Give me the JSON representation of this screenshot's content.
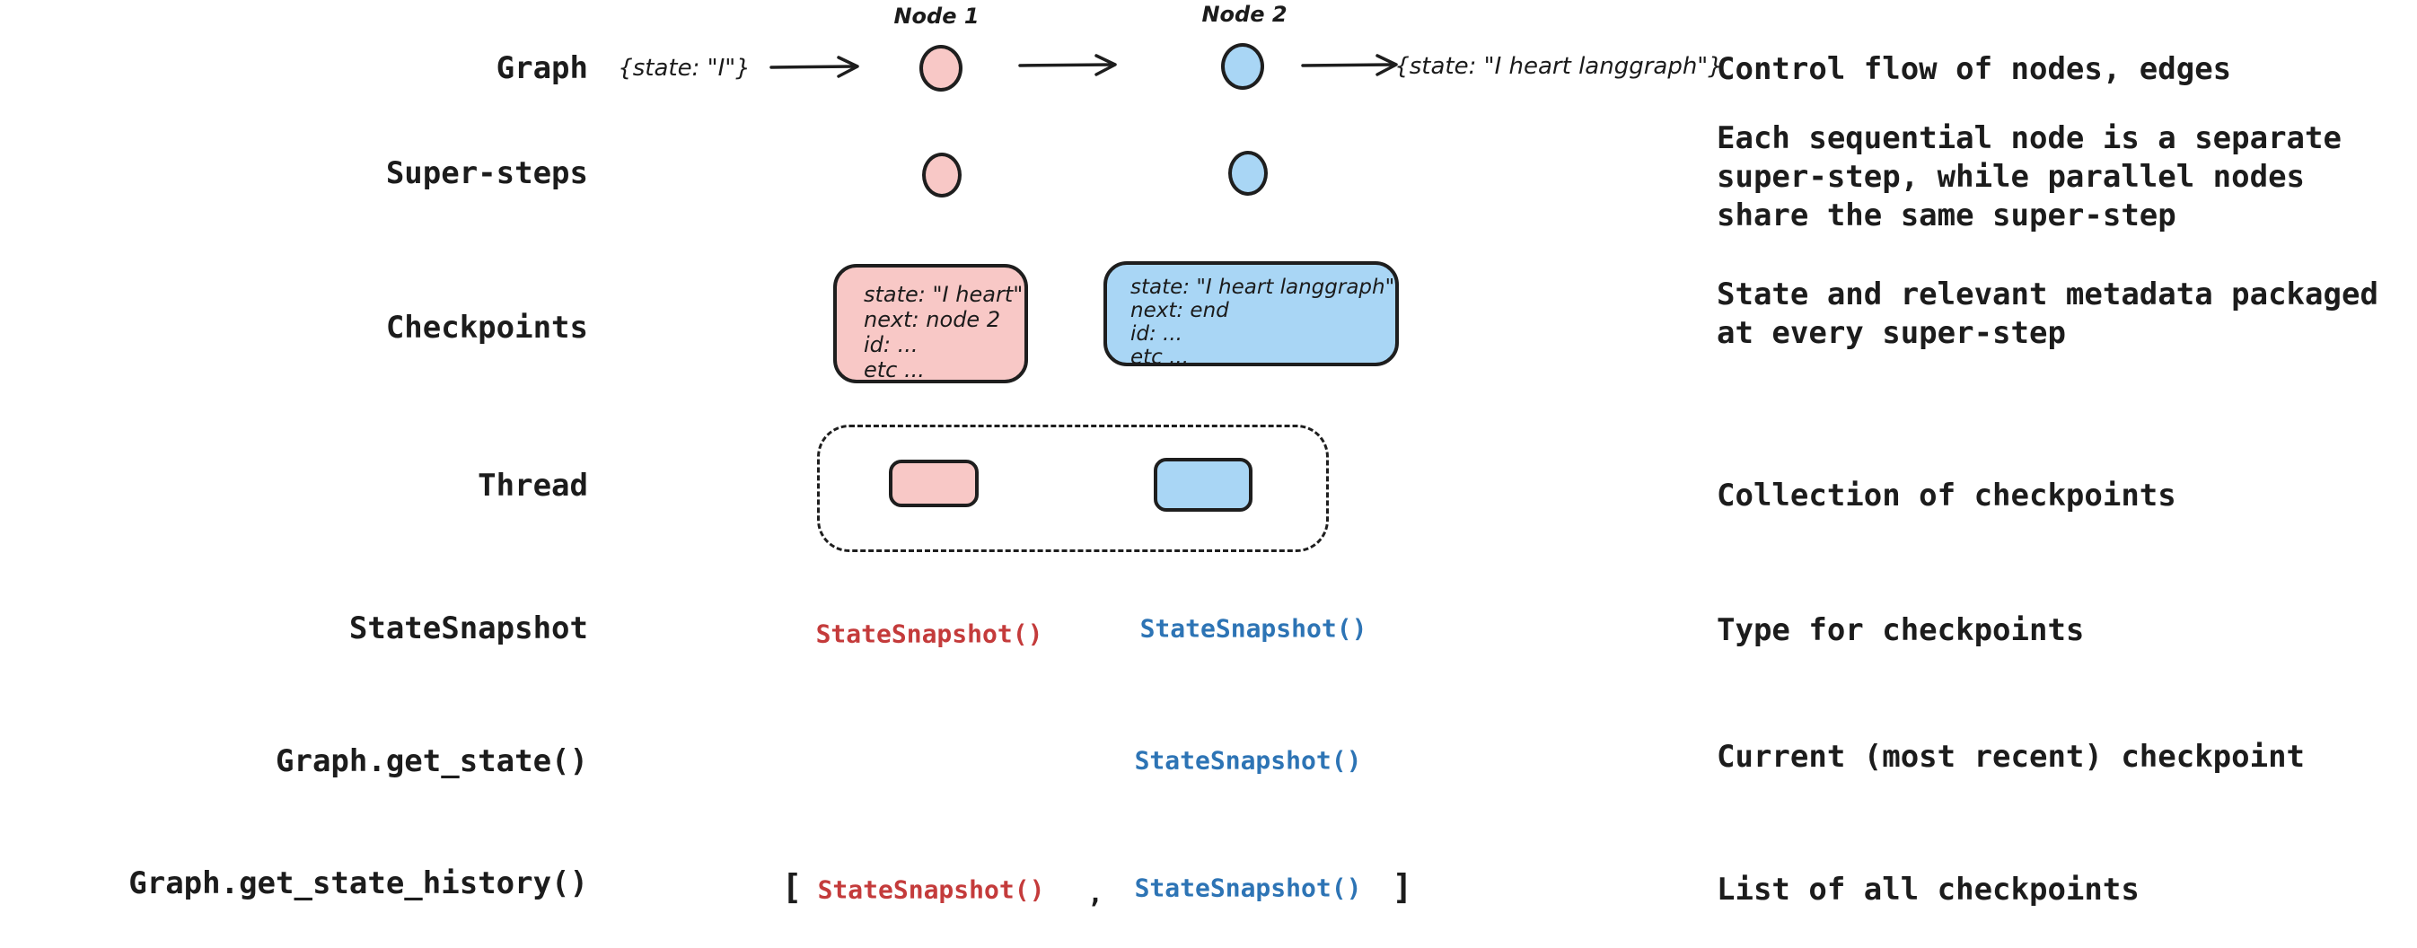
{
  "colors": {
    "pink_fill": "#f8c8c6",
    "blue_fill": "#a9d6f5",
    "outline": "#1e1e1e",
    "red_code": "#c43b3b",
    "blue_code": "#2d74b5",
    "text": "#1c1c1c"
  },
  "rows": {
    "graph": {
      "label": "Graph",
      "input_state": "{state: \"I\"}",
      "node1_label": "Node 1",
      "node2_label": "Node 2",
      "output_state": "{state: \"I heart langgraph\"}",
      "description": "Control flow of nodes, edges"
    },
    "super_steps": {
      "label": "Super-steps",
      "description": "Each sequential node is a separate super-step, while parallel nodes share the same super-step"
    },
    "checkpoints": {
      "label": "Checkpoints",
      "pink_box_lines": [
        "state: \"I heart\"",
        "next: node 2",
        "id: ...",
        "etc ..."
      ],
      "blue_box_lines": [
        "state: \"I heart langgraph\"",
        "next: end",
        "id: ...",
        "etc ..."
      ],
      "description": "State and relevant metadata packaged at every super-step"
    },
    "thread": {
      "label": "Thread",
      "description": "Collection of checkpoints"
    },
    "state_snapshot": {
      "label": "StateSnapshot",
      "red_code": "StateSnapshot()",
      "blue_code": "StateSnapshot()",
      "description": "Type for checkpoints"
    },
    "get_state": {
      "label": "Graph.get_state()",
      "blue_code": "StateSnapshot()",
      "description": "Current (most recent) checkpoint"
    },
    "get_state_history": {
      "label": "Graph.get_state_history()",
      "open_bracket": "[",
      "red_code": "StateSnapshot()",
      "comma": ",",
      "blue_code": "StateSnapshot()",
      "close_bracket": "]",
      "description": "List of all checkpoints"
    }
  }
}
